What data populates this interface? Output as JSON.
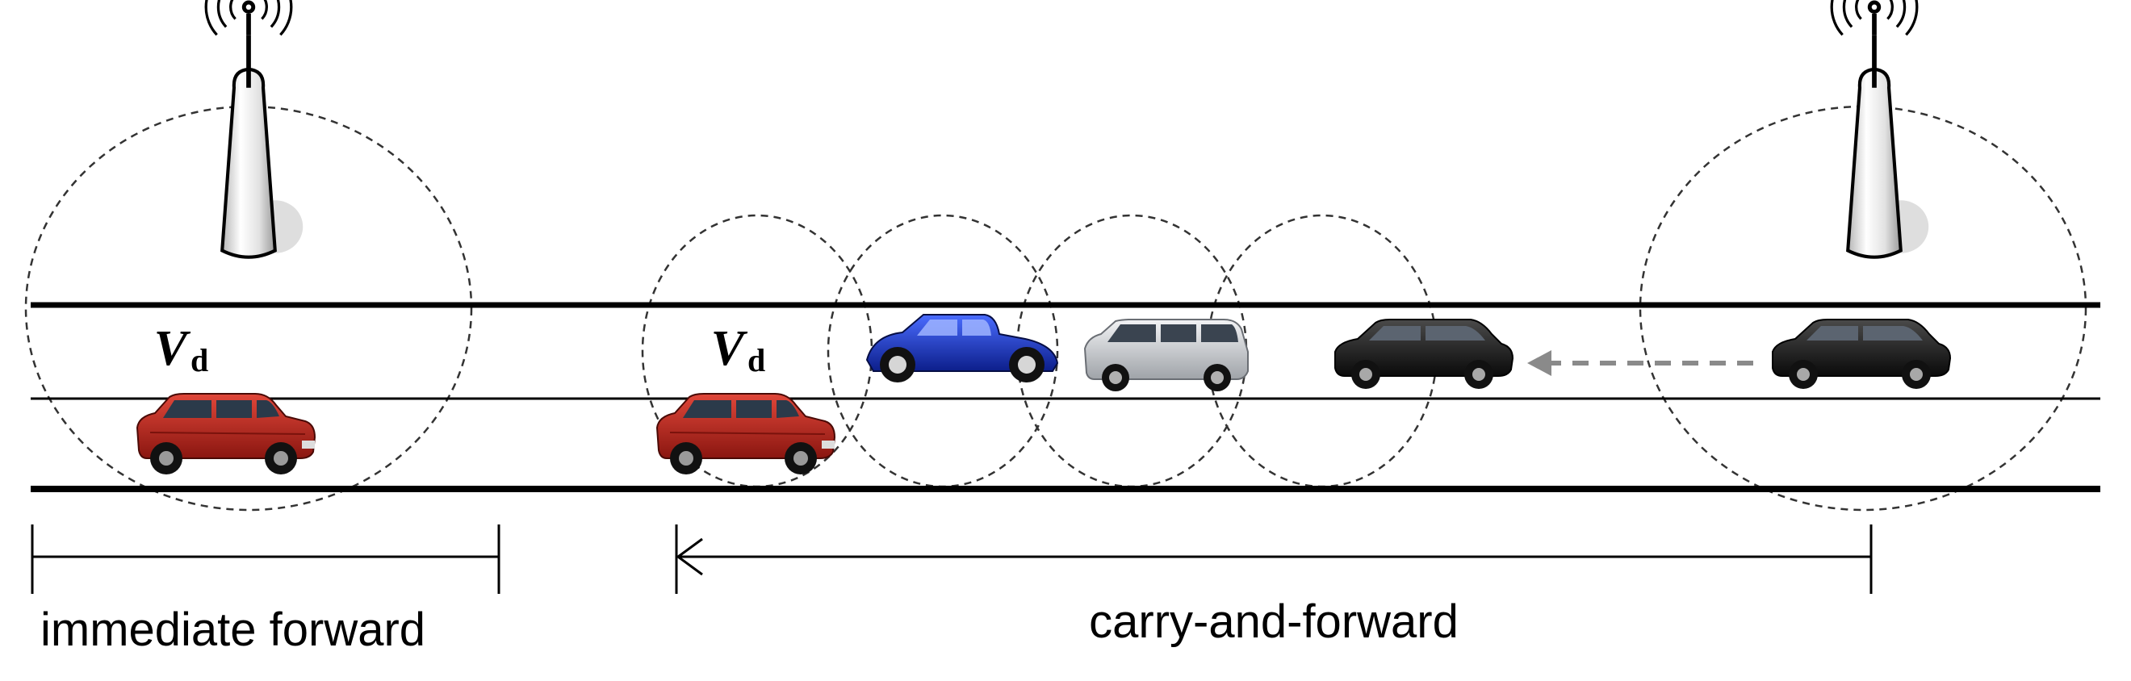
{
  "labels": {
    "immediate_forward": "immediate forward",
    "carry_and_forward": "carry-and-forward",
    "vehicle_main": "V",
    "vehicle_sub": "d"
  },
  "colors": {
    "road_line": "#000000",
    "range_circle": "#333333",
    "arrow_gray": "#8a8a8a",
    "suv_red": "#c0281e",
    "hotrod_blue": "#1a35c8",
    "minivan_silver": "#c9ccd0",
    "sedan_black": "#1a1a1a"
  },
  "icons": {
    "tower": "cell-tower-icon",
    "suv": "red-suv-icon",
    "hotrod": "blue-hotrod-icon",
    "minivan": "silver-minivan-icon",
    "sedan": "black-suv-icon"
  }
}
